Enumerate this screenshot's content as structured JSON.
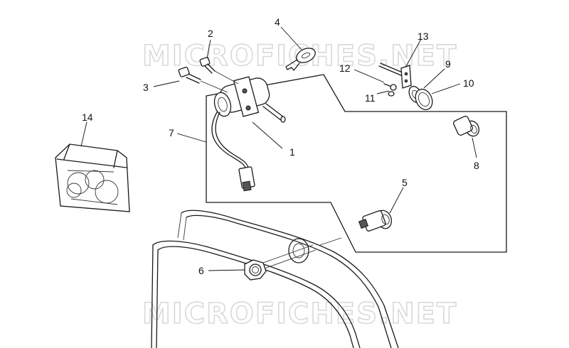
{
  "watermark": {
    "top": "MICROFICHES.NET",
    "bottom": "MICROFICHES.NET"
  },
  "callouts": {
    "c1": "1",
    "c2": "2",
    "c3": "3",
    "c4": "4",
    "c5": "5",
    "c6": "6",
    "c7": "7",
    "c8": "8",
    "c9": "9",
    "c10": "10",
    "c11": "11",
    "c12": "12",
    "c13": "13",
    "c14": "14"
  },
  "icons": {
    "ignition-switch": "ignition-switch-icon",
    "key": "key-icon",
    "screw": "screw-icon",
    "lock-cylinder": "lock-cylinder-icon",
    "nut": "nut-icon",
    "bag": "parts-bag-icon"
  }
}
